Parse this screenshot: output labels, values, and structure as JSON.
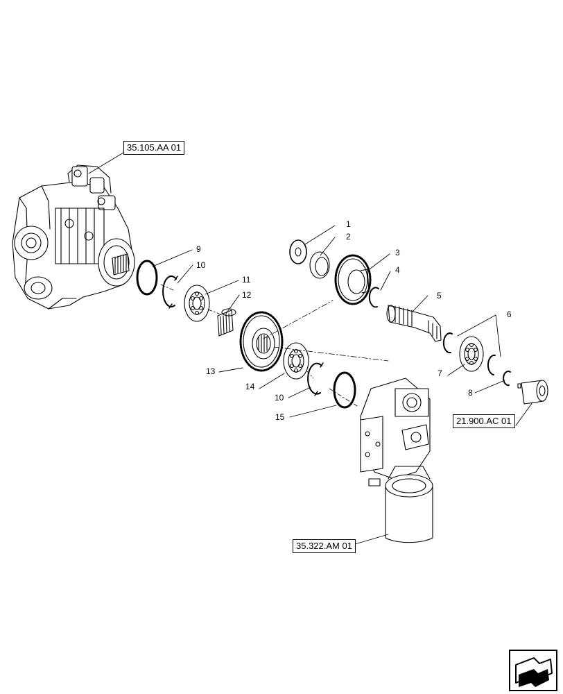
{
  "references": {
    "hydraulic_pump": "35.105.AA 01",
    "coupler": "21.900.AC 01",
    "filter_head": "35.322.AM 01"
  },
  "callouts": {
    "c1": "1",
    "c2": "2",
    "c3": "3",
    "c4": "4",
    "c5": "5",
    "c6": "6",
    "c7": "7",
    "c8": "8",
    "c9": "9",
    "c10a": "10",
    "c10b": "10",
    "c11": "11",
    "c12": "12",
    "c13": "13",
    "c14": "14",
    "c15": "15"
  },
  "icons": {
    "navigation": "next-page-arrow-icon"
  },
  "colors": {
    "line": "#000000",
    "background": "#ffffff"
  }
}
